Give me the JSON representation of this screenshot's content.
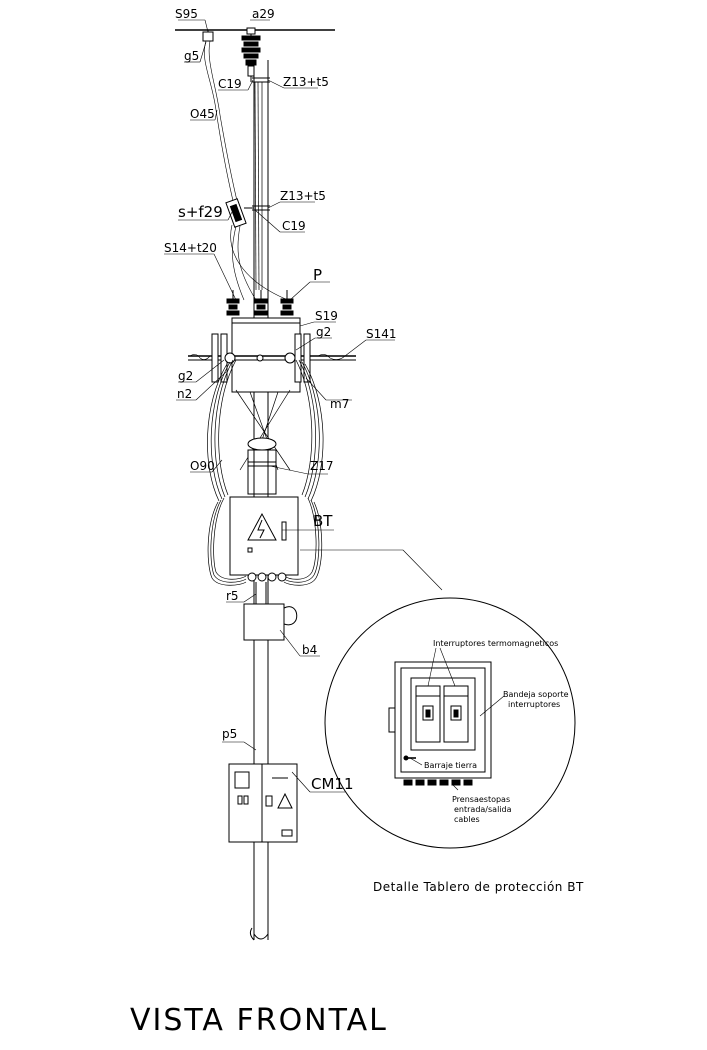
{
  "labels": {
    "s95": "S95",
    "a29": "a29",
    "g5": "g5",
    "c19_top": "C19",
    "z13_t5_top": "Z13+t5",
    "o45": "O45",
    "z13_t5_mid": "Z13+t5",
    "s_f29": "s+f29",
    "c19_mid": "C19",
    "s14_t20": "S14+t20",
    "p": "P",
    "s19": "S19",
    "g2_right": "g2",
    "s141": "S141",
    "g2_left": "g2",
    "n2": "n2",
    "m7": "m7",
    "o90": "O90",
    "z17": "Z17",
    "bt": "BT",
    "r5": "r5",
    "b4": "b4",
    "p5": "p5",
    "cm11": "CM11"
  },
  "detail": {
    "interruptores": "Interruptores termomagneticos",
    "bandeja_1": "Bandeja soporte",
    "bandeja_2": "interruptores",
    "barraje": "Barraje tierra",
    "prensa_1": "Prensaestopas",
    "prensa_2": "entrada/salida",
    "prensa_3": "cables",
    "caption": "Detalle Tablero de protección BT"
  },
  "title": "VISTA FRONTAL"
}
